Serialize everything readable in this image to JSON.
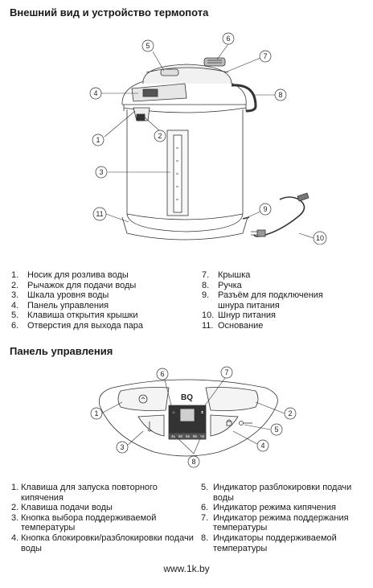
{
  "section1": {
    "title": "Внешний вид и устройство термопота",
    "callouts": [
      "1",
      "2",
      "3",
      "4",
      "5",
      "6",
      "7",
      "8",
      "9",
      "10",
      "11"
    ],
    "items_left": [
      {
        "num": "1.",
        "text": "Носик для розлива воды"
      },
      {
        "num": "2.",
        "text": "Рычажок для подачи воды"
      },
      {
        "num": "3.",
        "text": "Шкала уровня воды"
      },
      {
        "num": "4.",
        "text": "Панель управления"
      },
      {
        "num": "5.",
        "text": "Клавиша открытия крышки"
      },
      {
        "num": "6.",
        "text": "Отверстия для выхода пара"
      }
    ],
    "items_right": [
      {
        "num": "7.",
        "text": "Крышка"
      },
      {
        "num": "8.",
        "text": "Ручка"
      },
      {
        "num": "9.",
        "text": "Разъём для подключения шнура питания"
      },
      {
        "num": "10.",
        "text": "Шнур питания"
      },
      {
        "num": "11.",
        "text": "Основание"
      }
    ]
  },
  "section2": {
    "title": "Панель управления",
    "brand": "BQ",
    "temps": [
      "45",
      "50",
      "65",
      "85",
      "95"
    ],
    "callouts": [
      "1",
      "2",
      "3",
      "4",
      "5",
      "6",
      "7",
      "8"
    ],
    "items_left": [
      {
        "num": "1.",
        "text": "Клавиша для запуска повторного кипячения"
      },
      {
        "num": "2.",
        "text": "Клавиша подачи воды"
      },
      {
        "num": "3.",
        "text": "Кнопка выбора поддерживаемой температуры"
      },
      {
        "num": "4.",
        "text": "Кнопка блокировки/разблокировки подачи воды"
      }
    ],
    "items_right": [
      {
        "num": "5.",
        "text": "Индикатор разблокировки подачи воды"
      },
      {
        "num": "6.",
        "text": "Индикатор режима кипячения"
      },
      {
        "num": "7.",
        "text": "Индикатор режима поддержания температуры"
      },
      {
        "num": "8.",
        "text": "Индикаторы поддерживаемой температуры"
      }
    ]
  },
  "watermark": "1k",
  "footer": "www.1k.by"
}
